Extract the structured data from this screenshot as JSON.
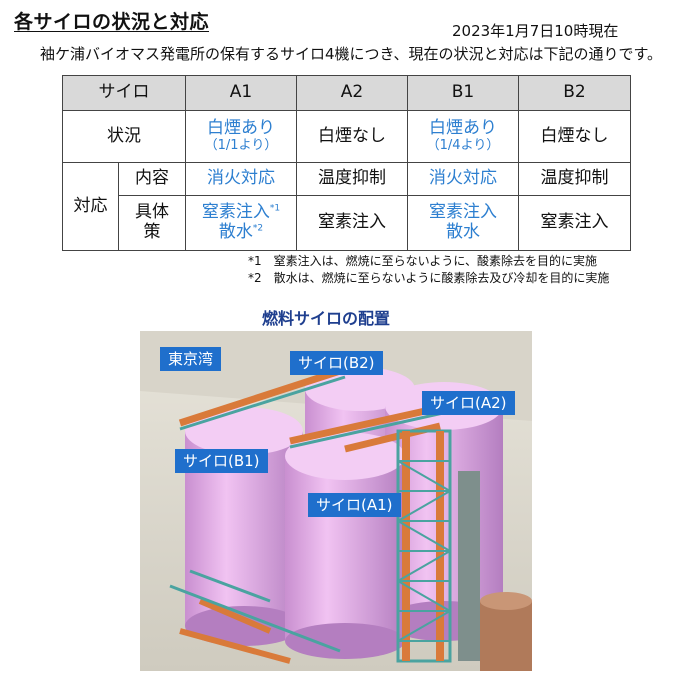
{
  "header": {
    "title": "各サイロの状況と対応",
    "datetime": "2023年1月7日10時現在",
    "intro": "袖ケ浦バイオマス発電所の保有するサイロ4機につき、現在の状況と対応は下記の通りです。"
  },
  "table": {
    "col_header": "サイロ",
    "columns": [
      "A1",
      "A2",
      "B1",
      "B2"
    ],
    "status_label": "状況",
    "status": [
      {
        "main": "白煙あり",
        "sub": "（1/1より）",
        "highlight": true
      },
      {
        "main": "白煙なし",
        "sub": "",
        "highlight": false
      },
      {
        "main": "白煙あり",
        "sub": "（1/4より）",
        "highlight": true
      },
      {
        "main": "白煙なし",
        "sub": "",
        "highlight": false
      }
    ],
    "response_label": "対応",
    "content_label": "内容",
    "content": [
      {
        "text": "消火対応",
        "highlight": true
      },
      {
        "text": "温度抑制",
        "highlight": false
      },
      {
        "text": "消火対応",
        "highlight": true
      },
      {
        "text": "温度抑制",
        "highlight": false
      }
    ],
    "specific_label": "具体策",
    "specific_a1": {
      "line1": "窒素注入",
      "mark1": "*1",
      "line2": "散水",
      "mark2": "*2"
    },
    "specific_a2": "窒素注入",
    "specific_b1": {
      "line1": "窒素注入",
      "line2": "散水"
    },
    "specific_b2": "窒素注入"
  },
  "notes": [
    "*1　窒素注入は、燃焼に至らないように、酸素除去を目的に実施",
    "*2　散水は、燃焼に至らないように酸素除去及び冷却を目的に実施"
  ],
  "figure": {
    "title": "燃料サイロの配置",
    "labels": {
      "bay": "東京湾",
      "b2": "サイロ(B2)",
      "a2": "サイロ(A2)",
      "b1": "サイロ(B1)",
      "a1": "サイロ(A1)"
    }
  },
  "colors": {
    "accent_blue": "#2d7fd0",
    "label_bg": "#1f6fcc",
    "silo_pink": "#e6a8e8",
    "steel_orange": "#d97a3a",
    "frame_teal": "#4aa3a0"
  }
}
